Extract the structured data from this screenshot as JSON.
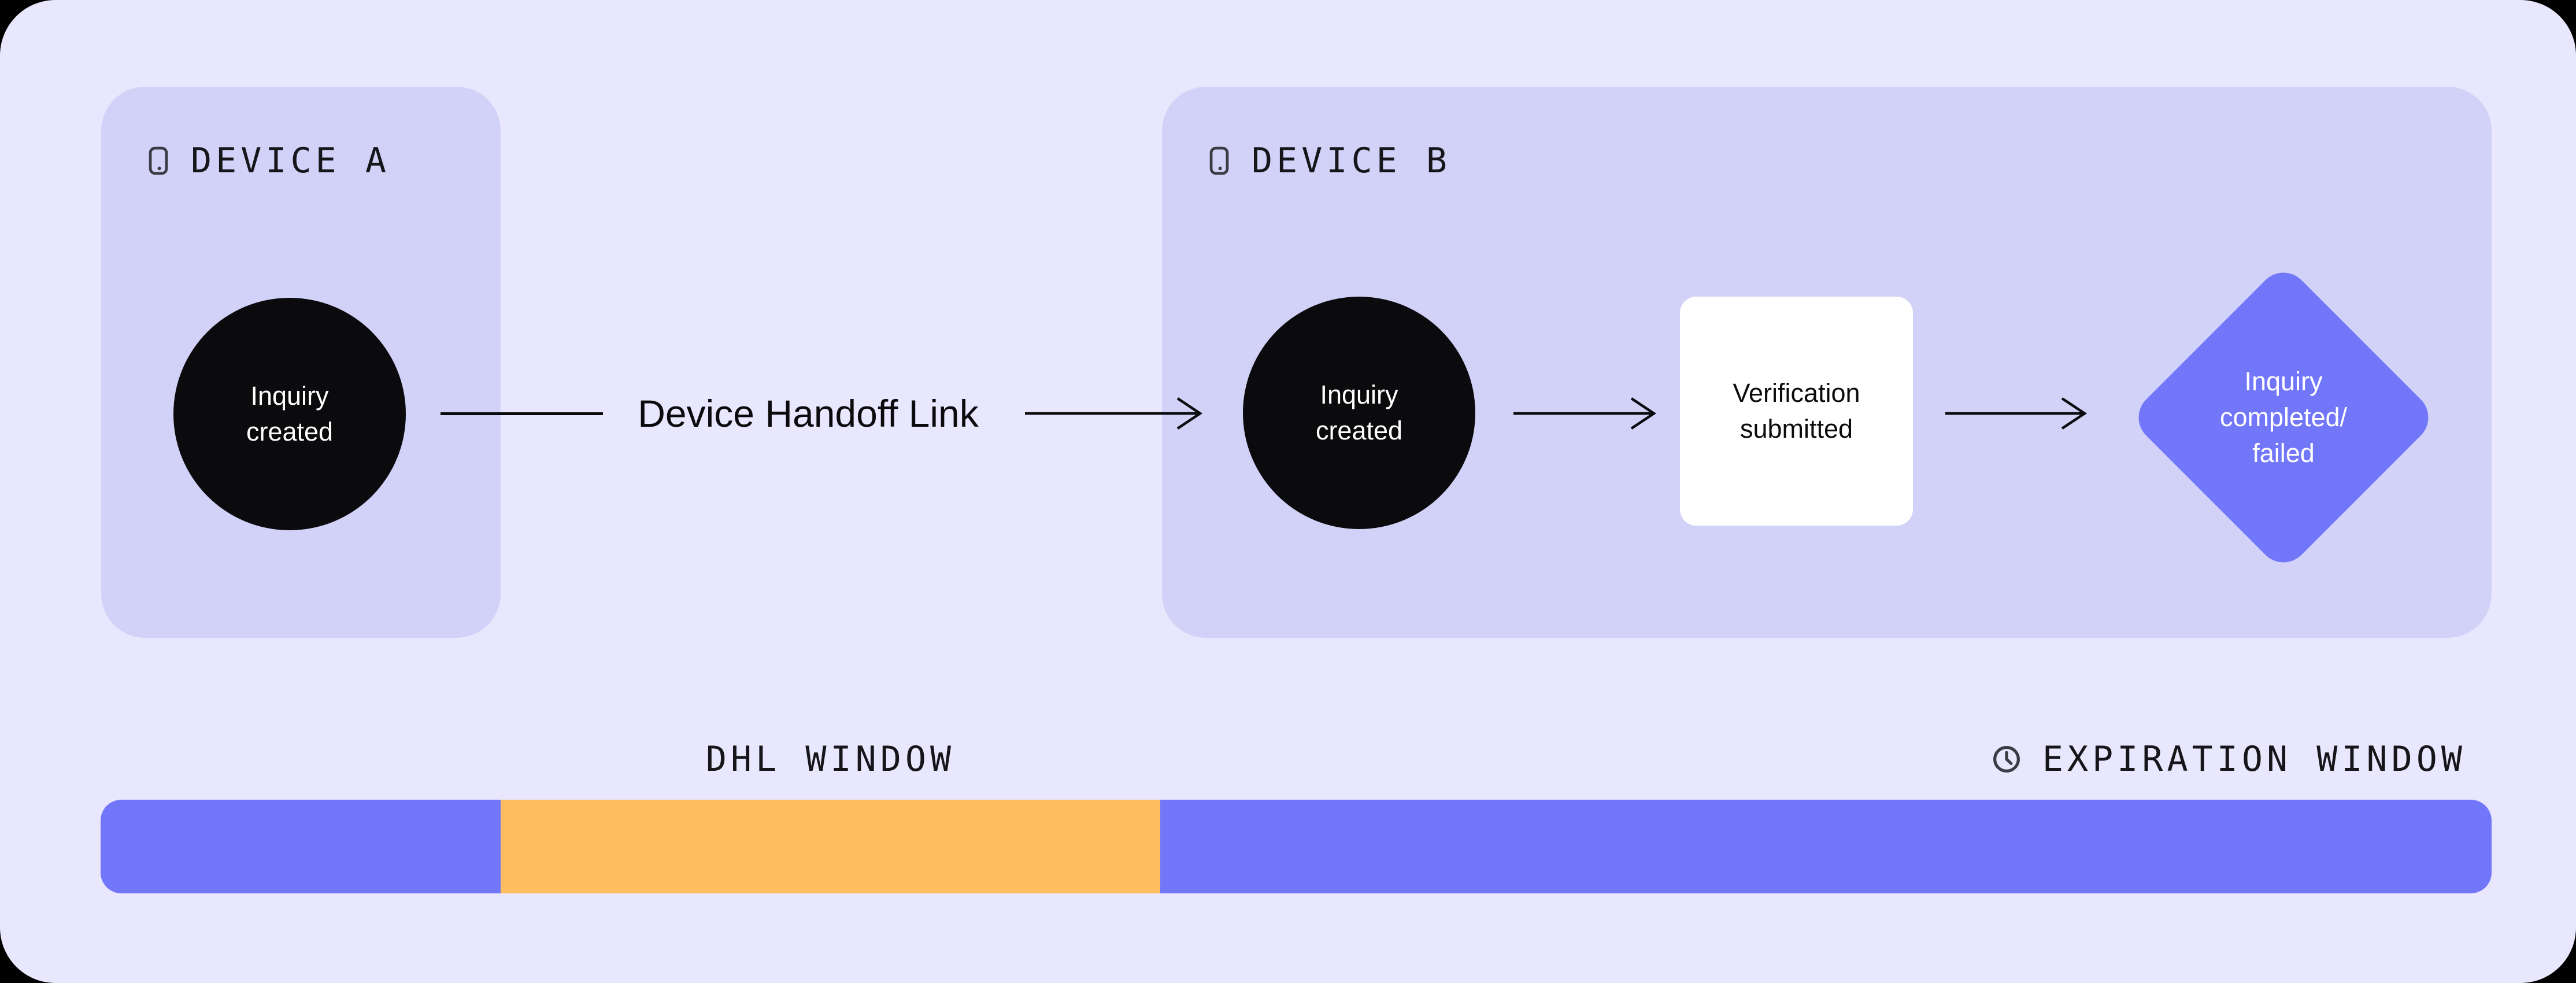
{
  "canvas": {
    "outer_bg": "#000000",
    "card_bg": "#e8e7fd",
    "panel_bg": "#d2d2f9",
    "accent_purple": "#7277fa",
    "accent_orange": "#ffbd5f",
    "node_black": "#0b0b0e",
    "text_dark": "#15151a",
    "icon_color": "#3b3b44"
  },
  "device_a": {
    "label": "DEVICE A",
    "icon": "smartphone-icon",
    "node": {
      "shape": "circle",
      "text": "Inquiry\ncreated"
    }
  },
  "handoff": {
    "label": "Device Handoff Link"
  },
  "device_b": {
    "label": "DEVICE B",
    "icon": "smartphone-icon",
    "nodes": [
      {
        "shape": "circle",
        "text": "Inquiry\ncreated"
      },
      {
        "shape": "rounded-square",
        "text": "Verification\nsubmitted"
      },
      {
        "shape": "diamond",
        "text": "Inquiry\ncompleted/\nfailed"
      }
    ]
  },
  "timeline": {
    "dhl_label": "DHL WINDOW",
    "expiration_label": "EXPIRATION WINDOW",
    "expiration_icon": "clock-icon",
    "segments": [
      {
        "name": "device-a-active",
        "color": "#7277fa",
        "width_pct": 16.73
      },
      {
        "name": "dhl-window",
        "color": "#ffbd5f",
        "width_pct": 27.59
      },
      {
        "name": "expiration-window",
        "color": "#7277fa",
        "width_pct": 55.68
      }
    ]
  }
}
